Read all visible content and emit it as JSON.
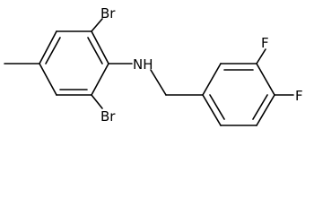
{
  "molecule": {
    "atoms": {
      "br_top": "Br",
      "br_bottom": "Br",
      "nh": "NH",
      "f_top": "F",
      "f_right": "F"
    }
  }
}
